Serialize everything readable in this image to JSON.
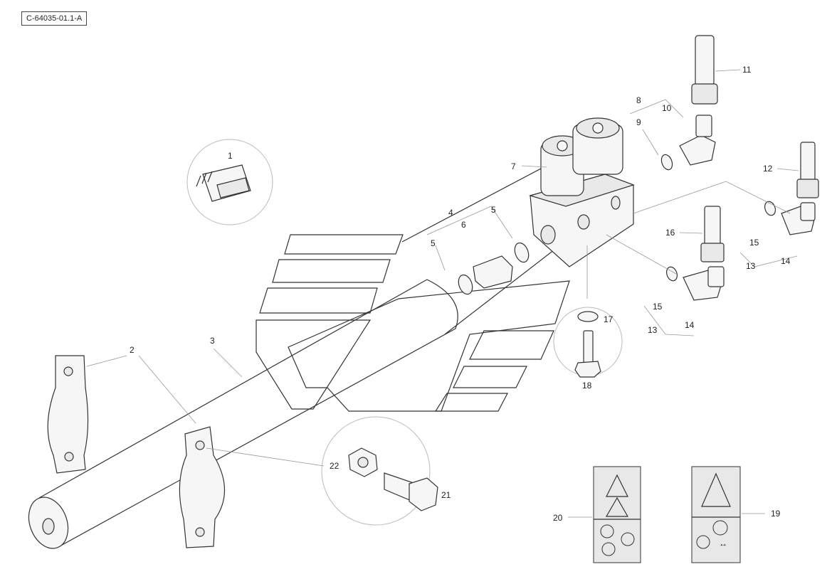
{
  "drawing_ref": "C-64035-01.1-A",
  "callouts": {
    "c1": "1",
    "c2": "2",
    "c3": "3",
    "c4": "4",
    "c5a": "5",
    "c5b": "5",
    "c6": "6",
    "c7": "7",
    "c8": "8",
    "c9": "9",
    "c10": "10",
    "c11": "11",
    "c12": "12",
    "c13a": "13",
    "c13b": "13",
    "c14a": "14",
    "c14b": "14",
    "c15a": "15",
    "c15b": "15",
    "c16": "16",
    "c17": "17",
    "c18": "18",
    "c19": "19",
    "c20": "20",
    "c21": "21",
    "c22": "22"
  },
  "colors": {
    "line": "#333333",
    "leader": "#999999",
    "fill": "#f6f6f6"
  }
}
